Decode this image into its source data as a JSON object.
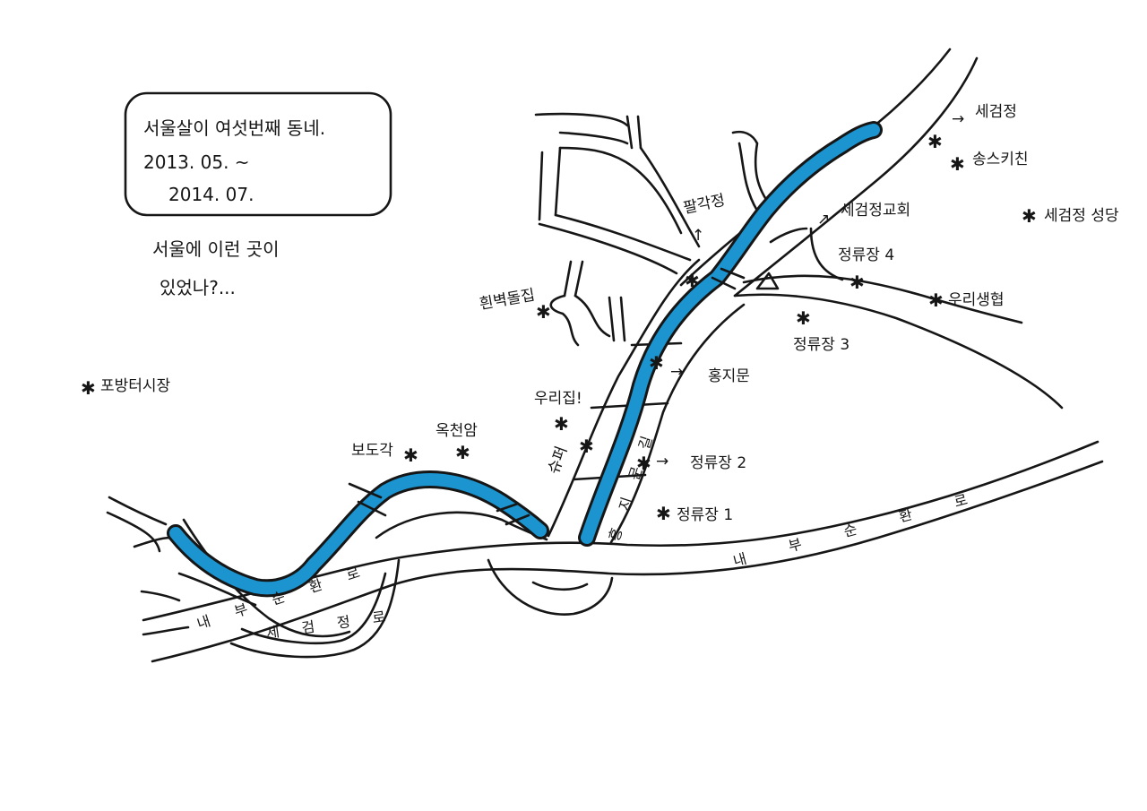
{
  "note": {
    "line1": "서울살이 여섯번째 동네.",
    "line2": "2013. 05. ~",
    "line3": "2014. 07."
  },
  "question": {
    "line1": "서울에 이런 곳이",
    "line2": "있었나?..."
  },
  "roads": {
    "naebu_east": "내 부 순 환 로",
    "naebu_west": "내 부 순 환 로",
    "segeomjeong": "세 검 정 로",
    "hongji_road": "홍 지 문 길"
  },
  "places": [
    "세검정",
    "송스키친",
    "세검정 성당",
    "세검정교회",
    "정류장 4",
    "우리생협",
    "팔각정",
    "흰벽돌집",
    "정류장 3",
    "홍지문",
    "우리집!",
    "슈퍼",
    "정류장 2",
    "정류장 1",
    "옥천암",
    "보도각",
    "포방터시장"
  ],
  "colors": {
    "river": "#1b94cf",
    "ink": "#161616",
    "paper": "#ffffff"
  }
}
